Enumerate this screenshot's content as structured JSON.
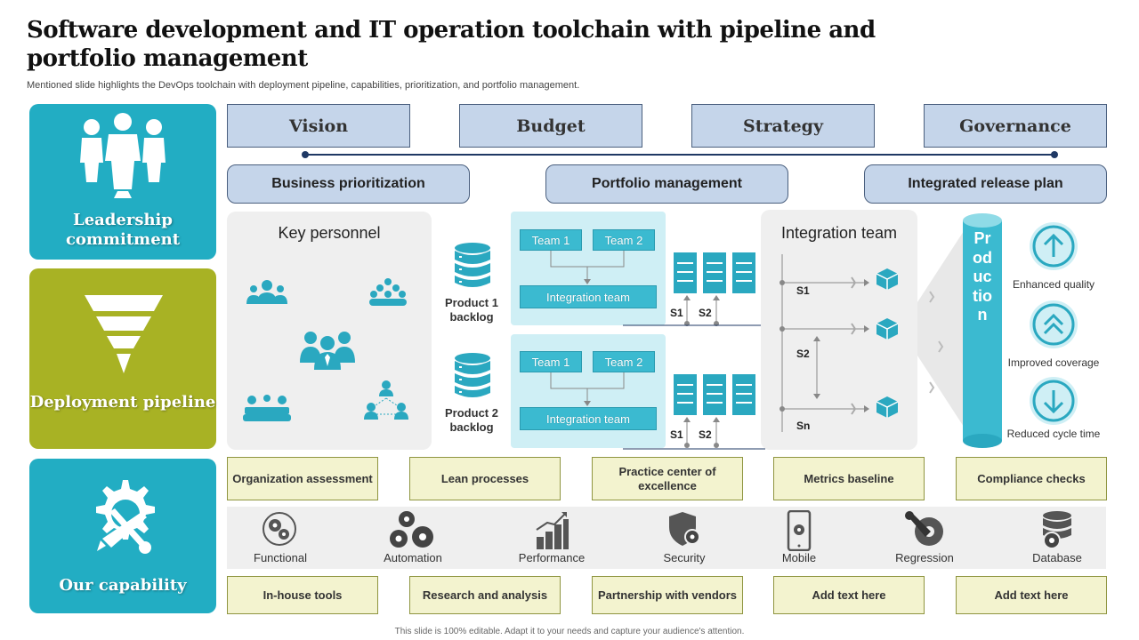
{
  "title": "Software development and IT operation toolchain with pipeline and portfolio management",
  "subtitle": "Mentioned slide highlights the DevOps toolchain with deployment pipeline, capabilities, prioritization, and portfolio management.",
  "sections": {
    "leadership": "Leadership commitment",
    "deployment": "Deployment pipeline",
    "capability": "Our capability"
  },
  "top_boxes": [
    "Vision",
    "Budget",
    "Strategy",
    "Governance"
  ],
  "pills": [
    "Business prioritization",
    "Portfolio management",
    "Integrated release plan"
  ],
  "key_personnel": "Key personnel",
  "products": [
    {
      "name": "Product 1 backlog"
    },
    {
      "name": "Product 2 backlog"
    }
  ],
  "team_labels": {
    "team1": "Team 1",
    "team2": "Team 2",
    "integration": "Integration team"
  },
  "stage_labels": {
    "s1": "S1",
    "s2": "S2",
    "sn": "Sn"
  },
  "integration_team_title": "Integration team",
  "production": "Production",
  "outcomes": [
    "Enhanced quality",
    "Improved coverage",
    "Reduced cycle time"
  ],
  "capabilities_top": [
    "Organization assessment",
    "Lean processes",
    "Practice center of excellence",
    "Metrics baseline",
    "Compliance checks"
  ],
  "capability_icons": [
    {
      "label": "Functional",
      "icon": "gears-circle-icon"
    },
    {
      "label": "Automation",
      "icon": "gears-icon"
    },
    {
      "label": "Performance",
      "icon": "bar-chart-icon"
    },
    {
      "label": "Security",
      "icon": "shield-gear-icon"
    },
    {
      "label": "Mobile",
      "icon": "mobile-gear-icon"
    },
    {
      "label": "Regression",
      "icon": "wrench-gear-icon"
    },
    {
      "label": "Database",
      "icon": "database-gear-icon"
    }
  ],
  "capabilities_bottom": [
    "In-house tools",
    "Research and analysis",
    "Partnership with vendors",
    "Add text here",
    "Add text here"
  ],
  "footer": "This slide is 100% editable. Adapt it to your needs and capture your audience's attention.",
  "colors": {
    "teal": "#22adc3",
    "olive": "#a8b224",
    "blue_box": "#c5d5ea",
    "yellow_box": "#f3f3cf",
    "navy": "#1f3864"
  }
}
